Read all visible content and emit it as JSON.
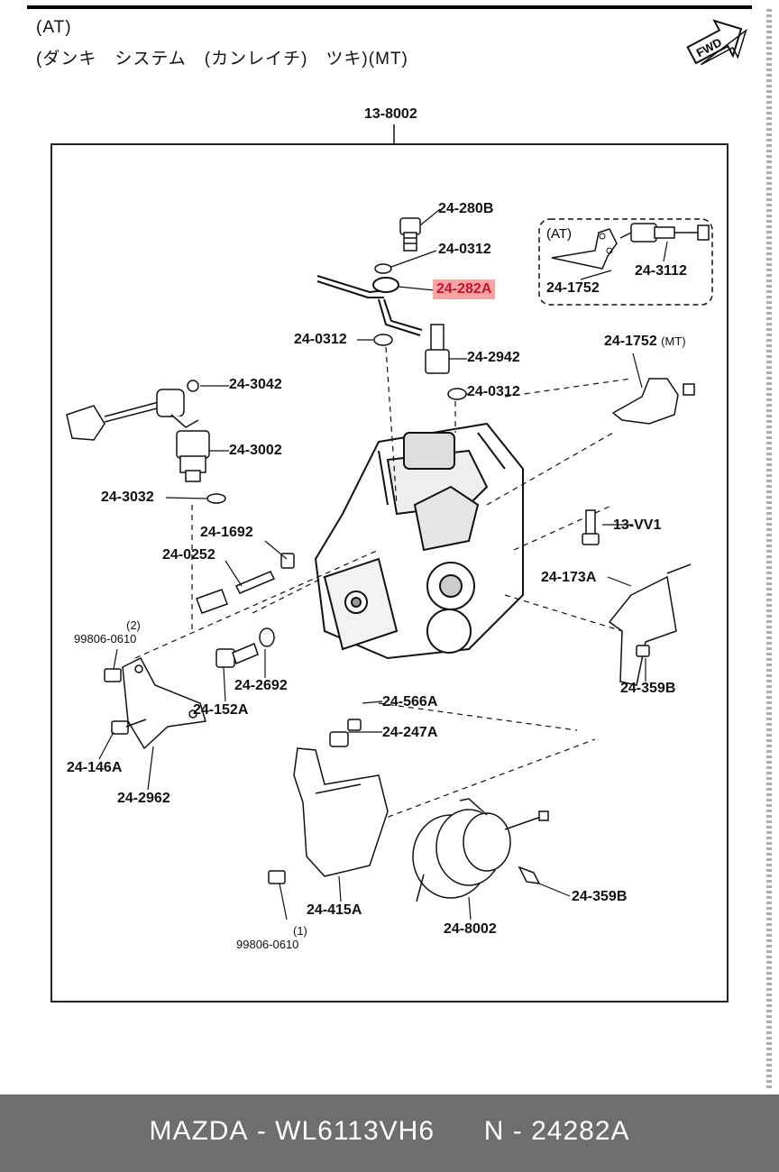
{
  "header": {
    "line1": "(AT)",
    "line2": "(ダンキ　システム　(カンレイチ)　ツキ)(MT)"
  },
  "fwd_label": "FWD",
  "assembly_label": "13-8002",
  "at_box_title": "(AT)",
  "mt_suffix": "(MT)",
  "parts": [
    {
      "id": "24-280B"
    },
    {
      "id": "24-0312"
    },
    {
      "id": "24-282A",
      "highlighted": true
    },
    {
      "id": "24-0312"
    },
    {
      "id": "24-2942"
    },
    {
      "id": "24-0312"
    },
    {
      "id": "24-3042"
    },
    {
      "id": "24-3002"
    },
    {
      "id": "24-3032"
    },
    {
      "id": "24-1692"
    },
    {
      "id": "24-0252"
    },
    {
      "id": "24-1752"
    },
    {
      "id": "24-3112"
    },
    {
      "id": "24-1752"
    },
    {
      "id": "13-VV1"
    },
    {
      "id": "24-173A"
    },
    {
      "id": "24-359B"
    },
    {
      "id": "24-2692"
    },
    {
      "id": "24-152A"
    },
    {
      "id": "24-566A"
    },
    {
      "id": "24-247A"
    },
    {
      "id": "24-146A"
    },
    {
      "id": "24-2962"
    },
    {
      "id": "24-415A"
    },
    {
      "id": "24-8002"
    },
    {
      "id": "24-359B"
    }
  ],
  "bolt_labels": {
    "top_qty": "(2)",
    "top_part": "99806-0610",
    "bottom_qty": "(1)",
    "bottom_part": "99806-0610"
  },
  "footer": {
    "brand": "MAZDA",
    "sep1": "-",
    "part_number": "WL6113VH6",
    "n_label": "N",
    "sep2": "-",
    "ref_number": "24282A"
  },
  "colors": {
    "highlight_bg": "#f4a6a6",
    "highlight_text": "#c8102e",
    "footer_bg": "#6e6e6e",
    "footer_text": "#ffffff"
  }
}
